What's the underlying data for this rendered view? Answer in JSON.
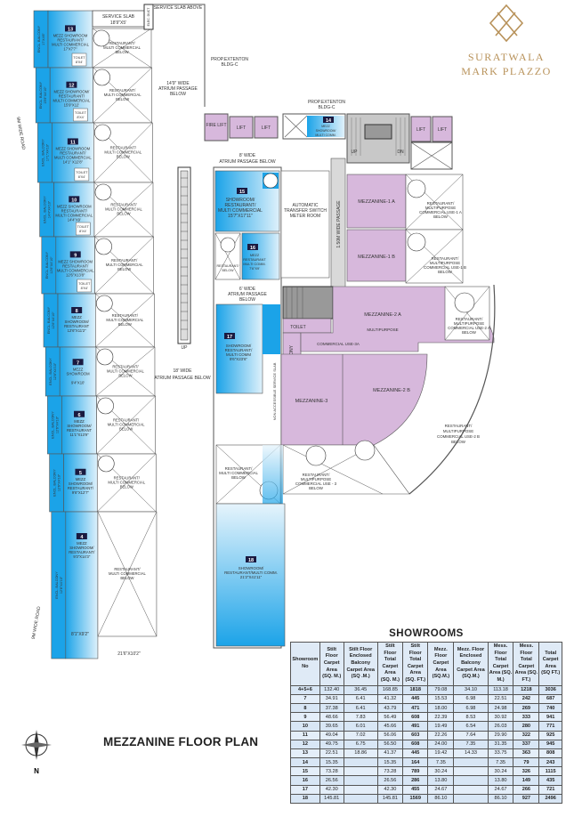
{
  "logo": {
    "line1": "SURATWALA",
    "line2": "MARK PLAZZO",
    "accent": "#b8925a"
  },
  "plan_title": "MEZZANINE FLOOR PLAN",
  "compass": "N",
  "labels": {
    "encl_balcony": "ENCL. BALCONY",
    "service_slab": "SERVICE SLAB",
    "service_slab_size": "18'9\"X5'",
    "service_slab_above": "SERVICE SLAB ABOVE",
    "electric_duct": "ELEC. DUCT",
    "restaurant_below": "RESTAURANT/",
    "multi_commercial_below": "MULTI COMMERCIAL",
    "below": "BELOW",
    "toilet": "TOILET",
    "toilet_size": "8'X4'",
    "atrium_14": "14'9\" WIDE",
    "atrium_passage": "ATRIUM PASSAGE",
    "atrium_passage_below": "ATRIUM PASSAGE BELOW",
    "atrium_8": "8' WIDE",
    "atrium_6": "6' WIDE",
    "atrium_18": "18' WIDE",
    "prop_ext": "PROP.EXTENTON",
    "bldg_c": "BLDG-C",
    "fire_lift": "FIRE LIFT",
    "lift": "LIFT",
    "ats_1": "AUTOMATIC",
    "ats_2": "TRANSFER SWITCH",
    "ats_3": "METER ROOM",
    "passage_150": "1.50M WIDE PASSAGE",
    "mezz_1a": "MEZZANINE-1 A",
    "mezz_1b": "MEZZANINE-1 B",
    "mezz_2a": "MEZZANINE-2 A",
    "mezz_2b": "MEZZANINE-2 B",
    "mezz_3": "MEZZANINE-3",
    "mp_1": "RESTAURANT/",
    "mp_2": "MULTIPURPOSE",
    "use_1a": "COMMERCIAL USE-1 A",
    "use_1b": "COMMERCIAL USE-1 B",
    "use_2a": "COMMERCIAL USE-2 A",
    "use_2b": "COMMERCIAL USE-2 B",
    "use_3a": "COMMERCIAL USE-3A",
    "use_3": "COMMERCIAL USE - 3",
    "toilet_r": "TOILET",
    "balcony": "BALCONY",
    "non_access": "NON ACCESSIBLE SERVICE SLAB",
    "up": "UP",
    "dn": "DN",
    "road": "9M WIDE ROAD",
    "dim_bottom": "8'1\"X9'2\"",
    "dim_bottom2": "21'6\"X10'2\""
  },
  "units": [
    {
      "no": "13",
      "l1": "MEZZ SHOWROOM",
      "l2": "RESTAURANT/",
      "l3": "MULTI COMMERCIAL",
      "size": "17'X7'7\"",
      "balcony": "17'X4'6\""
    },
    {
      "no": "12",
      "l1": "MEZZ SHOWROOM/",
      "l2": "RESTAURANT/",
      "l3": "MULTI COMMERCIAL",
      "size": "15'9\"X12'",
      "balcony": "15'9\"X4'10\""
    },
    {
      "no": "11",
      "l1": "MEZZ SHOWROOM",
      "l2": "RESTAURANT/",
      "l3": "MULTI COMMERCIAL",
      "size": "14'1\" X12'8\"",
      "balcony": "17'1\"X4'10\""
    },
    {
      "no": "10",
      "l1": "MEZZ SHOWROOM",
      "l2": "RESTAURANT/",
      "l3": "MULTI COMMERCIAL",
      "size": "14'4\"X9'",
      "balcony": "14'4\"X4'10\""
    },
    {
      "no": "9",
      "l1": "MEZZ SHOWROOM",
      "l2": "RESTAURANT/",
      "l3": "MULTI COMMERCIAL",
      "size": "12'6\"X13'8\"",
      "balcony": "12'6\"X4'10\""
    },
    {
      "no": "8",
      "l1": "MEZZ",
      "l2": "SHOWROOM/",
      "l3": "RESTAURANT",
      "size": "12'6\"X11'2\"",
      "balcony": "12'6\"X4'10\""
    },
    {
      "no": "7",
      "l1": "MEZZ",
      "l2": "SHOWROOM",
      "l3": "",
      "size": "9'4\"X10'",
      "balcony": "12'6\"X4'10\""
    },
    {
      "no": "6",
      "l1": "MEZZ",
      "l2": "SHOWROOM/",
      "l3": "RESTAURANT",
      "size": "11'1\"X13'9\"",
      "balcony": "12'6\"X4'10\""
    },
    {
      "no": "5",
      "l1": "MEZZ",
      "l2": "SHOWROOM/",
      "l3": "RESTAURANT/",
      "size": "9'6\"X12'7\"",
      "balcony": "12'6\"X4'10\""
    },
    {
      "no": "4",
      "l1": "MEZZ",
      "l2": "SHOWROOM/",
      "l3": "RESTAURANT/",
      "size": "9'3\"X14'3\"",
      "balcony": "12'6\"X4'10\""
    }
  ],
  "right_units": {
    "u14": {
      "no": "14",
      "l1": "MEZZ",
      "l2": "SHOWROOM/",
      "l3": "MULTI COMM."
    },
    "u15": {
      "no": "15",
      "l1": "SHOWROOM/",
      "l2": "RESTAURANT/",
      "l3": "MULTI COMMERCIAL",
      "size": "15'7\"X17'11\""
    },
    "u16": {
      "no": "16",
      "l1": "MEZZ",
      "l2": "RESTAURANT",
      "l3": "MULTI COMM.",
      "size": "7'6\"X9'"
    },
    "u17": {
      "no": "17",
      "l1": "SHOWROOM/",
      "l2": "RESTAURANT/",
      "l3": "MULTI COMM",
      "size": "9'6\"X23'6\""
    },
    "u18": {
      "no": "18",
      "l1": "SHOWROOM/",
      "l2": "RESTAURANT/MULTI COMM.",
      "size": "21'2\"X41'11\""
    }
  },
  "table": {
    "title": "SHOWROOMS",
    "headers": [
      "Showroom No",
      "Stilt Floor Carpet Area (SQ. M.)",
      "Stilt Floor Enclosed Balcony Carpet Area (SQ .M.)",
      "Stilt Floor Total Carpet Area (SQ. M.)",
      "Stilt Floor Total Carpet Area (SQ. FT.)",
      "Mezz. Floor Carpet Area (SQ.M.)",
      "Mezz. Floor Enclosed Balcony Carpet Area (SQ.M.)",
      "Mess. Floor Total Carpet Area (SQ. M.)",
      "Mess. Floor Total Carpet Area (SQ. FT.)",
      "Total Carpet Area (SQ FT.)"
    ],
    "rows": [
      [
        "4+5+6",
        "132.40",
        "36.45",
        "168.85",
        "1818",
        "79.08",
        "34.10",
        "113.18",
        "1218",
        "3036"
      ],
      [
        "7",
        "34.91",
        "6.41",
        "41.32",
        "445",
        "15.53",
        "6.98",
        "22.51",
        "242",
        "687"
      ],
      [
        "8",
        "37.38",
        "6.41",
        "43.79",
        "471",
        "18.00",
        "6.98",
        "24.98",
        "269",
        "740"
      ],
      [
        "9",
        "48.66",
        "7.83",
        "56.49",
        "608",
        "22.39",
        "8.53",
        "30.92",
        "333",
        "941"
      ],
      [
        "10",
        "39.65",
        "6.01",
        "45.66",
        "491",
        "19.49",
        "6.54",
        "26.03",
        "280",
        "771"
      ],
      [
        "11",
        "49.04",
        "7.02",
        "56.06",
        "603",
        "22.26",
        "7.64",
        "29.90",
        "322",
        "925"
      ],
      [
        "12",
        "49.75",
        "6.75",
        "56.50",
        "608",
        "24.00",
        "7.35",
        "31.35",
        "337",
        "945"
      ],
      [
        "13",
        "22.51",
        "18.86",
        "41.37",
        "445",
        "19.42",
        "14.33",
        "33.75",
        "363",
        "808"
      ],
      [
        "14",
        "15.35",
        "",
        "15.35",
        "164",
        "7.35",
        "",
        "7.35",
        "79",
        "243"
      ],
      [
        "15",
        "73.28",
        "",
        "73.28",
        "789",
        "30.24",
        "",
        "30.24",
        "326",
        "1115"
      ],
      [
        "16",
        "26.56",
        "",
        "26.56",
        "286",
        "13.80",
        "",
        "13.80",
        "149",
        "435"
      ],
      [
        "17",
        "42.30",
        "",
        "42.30",
        "455",
        "24.67",
        "",
        "24.67",
        "266",
        "721"
      ],
      [
        "18",
        "145.81",
        "",
        "145.81",
        "1569",
        "86.10",
        "",
        "86.10",
        "927",
        "2496"
      ]
    ]
  },
  "colors": {
    "showroom_blue": "#1ba3e8",
    "mezzanine_purple": "#d7b8dc",
    "stair_grey": "#c8c8c8"
  }
}
